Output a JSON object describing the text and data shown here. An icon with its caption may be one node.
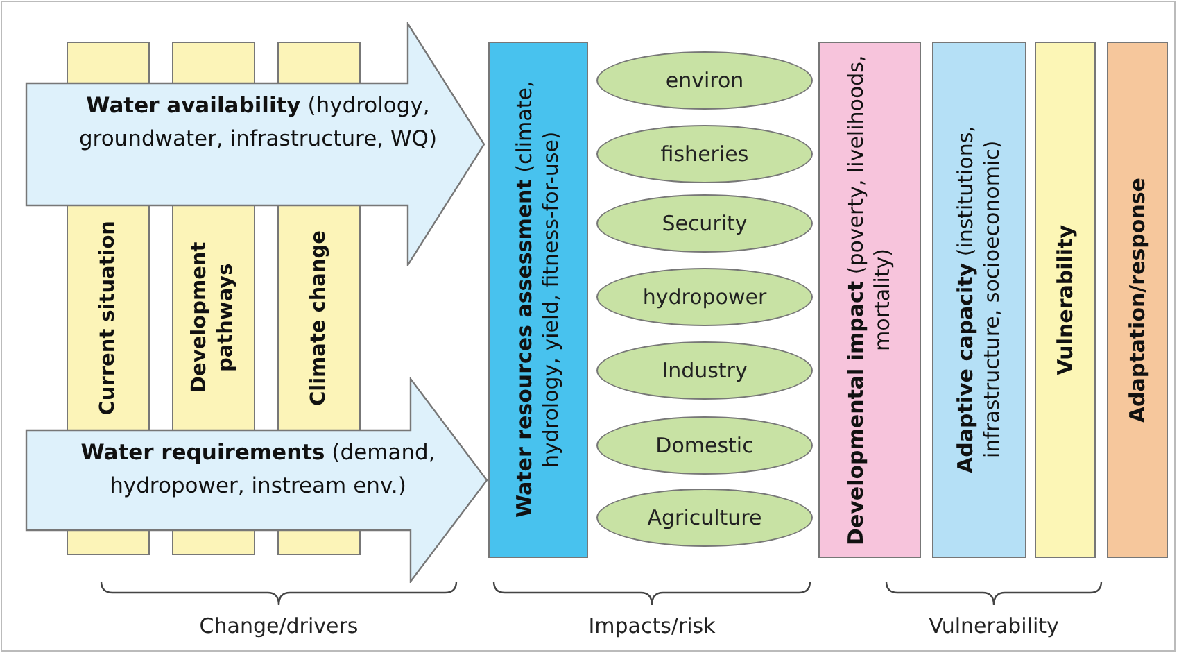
{
  "diagram": {
    "nodes": [
      {
        "text": [
          "Current situation"
        ]
      },
      {
        "text": [
          "Development pathways"
        ]
      },
      {
        "text": [
          "Climate change"
        ]
      },
      {
        "text": [
          "**Water availability** (hydrology, groundwater, infrastructure, WQ)"
        ]
      },
      {
        "text": [
          "**Water requirements** (demand, hydropower, instream env.)"
        ]
      },
      {
        "text": [
          "**Water resources assessment** (climate, hydrology, yield, fitness-for-use)"
        ]
      },
      {
        "text": [
          "environ"
        ]
      },
      {
        "text": [
          "fisheries"
        ]
      },
      {
        "text": [
          "Security"
        ]
      },
      {
        "text": [
          "hydropower"
        ]
      },
      {
        "text": [
          "Industry"
        ]
      },
      {
        "text": [
          "Domestic"
        ]
      },
      {
        "text": [
          "Agriculture"
        ]
      },
      {
        "text": [
          "**Developmental impact** (poverty, livelihoods, mortality)"
        ]
      },
      {
        "text": [
          "**Adaptive capacity** (institutions, infrastructure, socioeconomic)"
        ]
      },
      {
        "text": [
          "Vulnerability"
        ]
      },
      {
        "text": [
          "Adaptation/response"
        ]
      }
    ],
    "labels": [
      "Change/drivers",
      "Impacts/risk",
      "Vulnerability"
    ]
  }
}
